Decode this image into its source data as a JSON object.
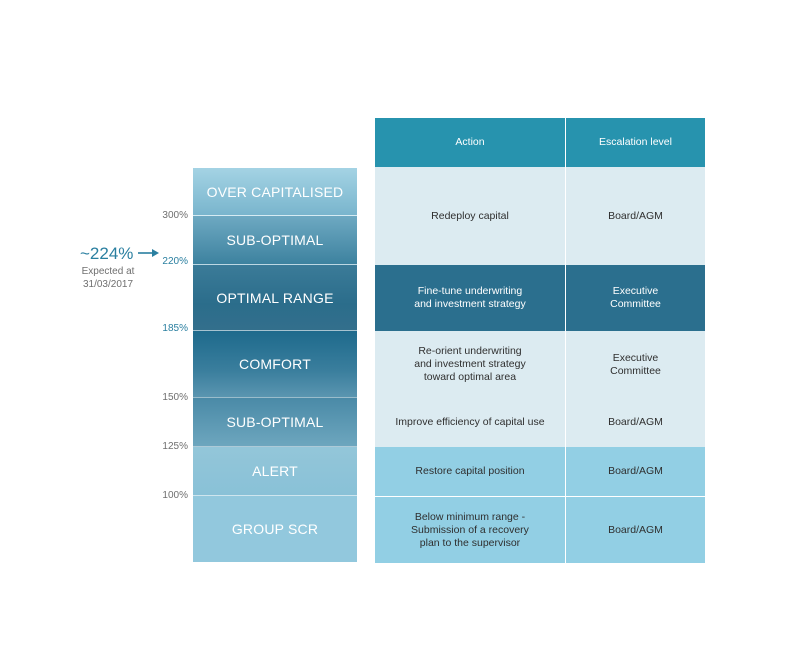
{
  "zones": {
    "over_capitalised": "OVER CAPITALISED",
    "sub_optimal_upper": "SUB-OPTIMAL",
    "optimal_range": "OPTIMAL RANGE",
    "comfort": "COMFORT",
    "sub_optimal_lower": "SUB-OPTIMAL",
    "alert": "ALERT",
    "group_scr": "GROUP SCR"
  },
  "thresholds": {
    "t300": "300%",
    "t220": "220%",
    "t185": "185%",
    "t150": "150%",
    "t125": "125%",
    "t100": "100%"
  },
  "indicator": {
    "value": "~224%",
    "caption_line1": "Expected at",
    "caption_line2": "31/03/2017"
  },
  "table": {
    "headers": {
      "action": "Action",
      "escalation": "Escalation level"
    },
    "rows": [
      {
        "action": [
          "Redeploy capital"
        ],
        "escalation": [
          "Board/AGM"
        ]
      },
      {
        "action": [
          "Fine-tune underwriting",
          "and investment strategy"
        ],
        "escalation": [
          "Executive",
          "Committee"
        ]
      },
      {
        "action": [
          "Re-orient underwriting",
          "and investment strategy",
          "toward optimal area"
        ],
        "escalation": [
          "Executive",
          "Committee"
        ]
      },
      {
        "action": [
          "Improve efficiency of capital use"
        ],
        "escalation": [
          "Board/AGM"
        ]
      },
      {
        "action": [
          "Restore capital position"
        ],
        "escalation": [
          "Board/AGM"
        ]
      },
      {
        "action": [
          "Below minimum range -",
          "Submission of a recovery",
          "plan to the supervisor"
        ],
        "escalation": [
          "Board/AGM"
        ]
      }
    ]
  },
  "colors": {
    "header": "#2793ae",
    "light_row": "#dcebf1",
    "dark_row": "#2b6f8e",
    "mid_row": "#92cfe4",
    "accent_teal": "#2a7fa0"
  }
}
